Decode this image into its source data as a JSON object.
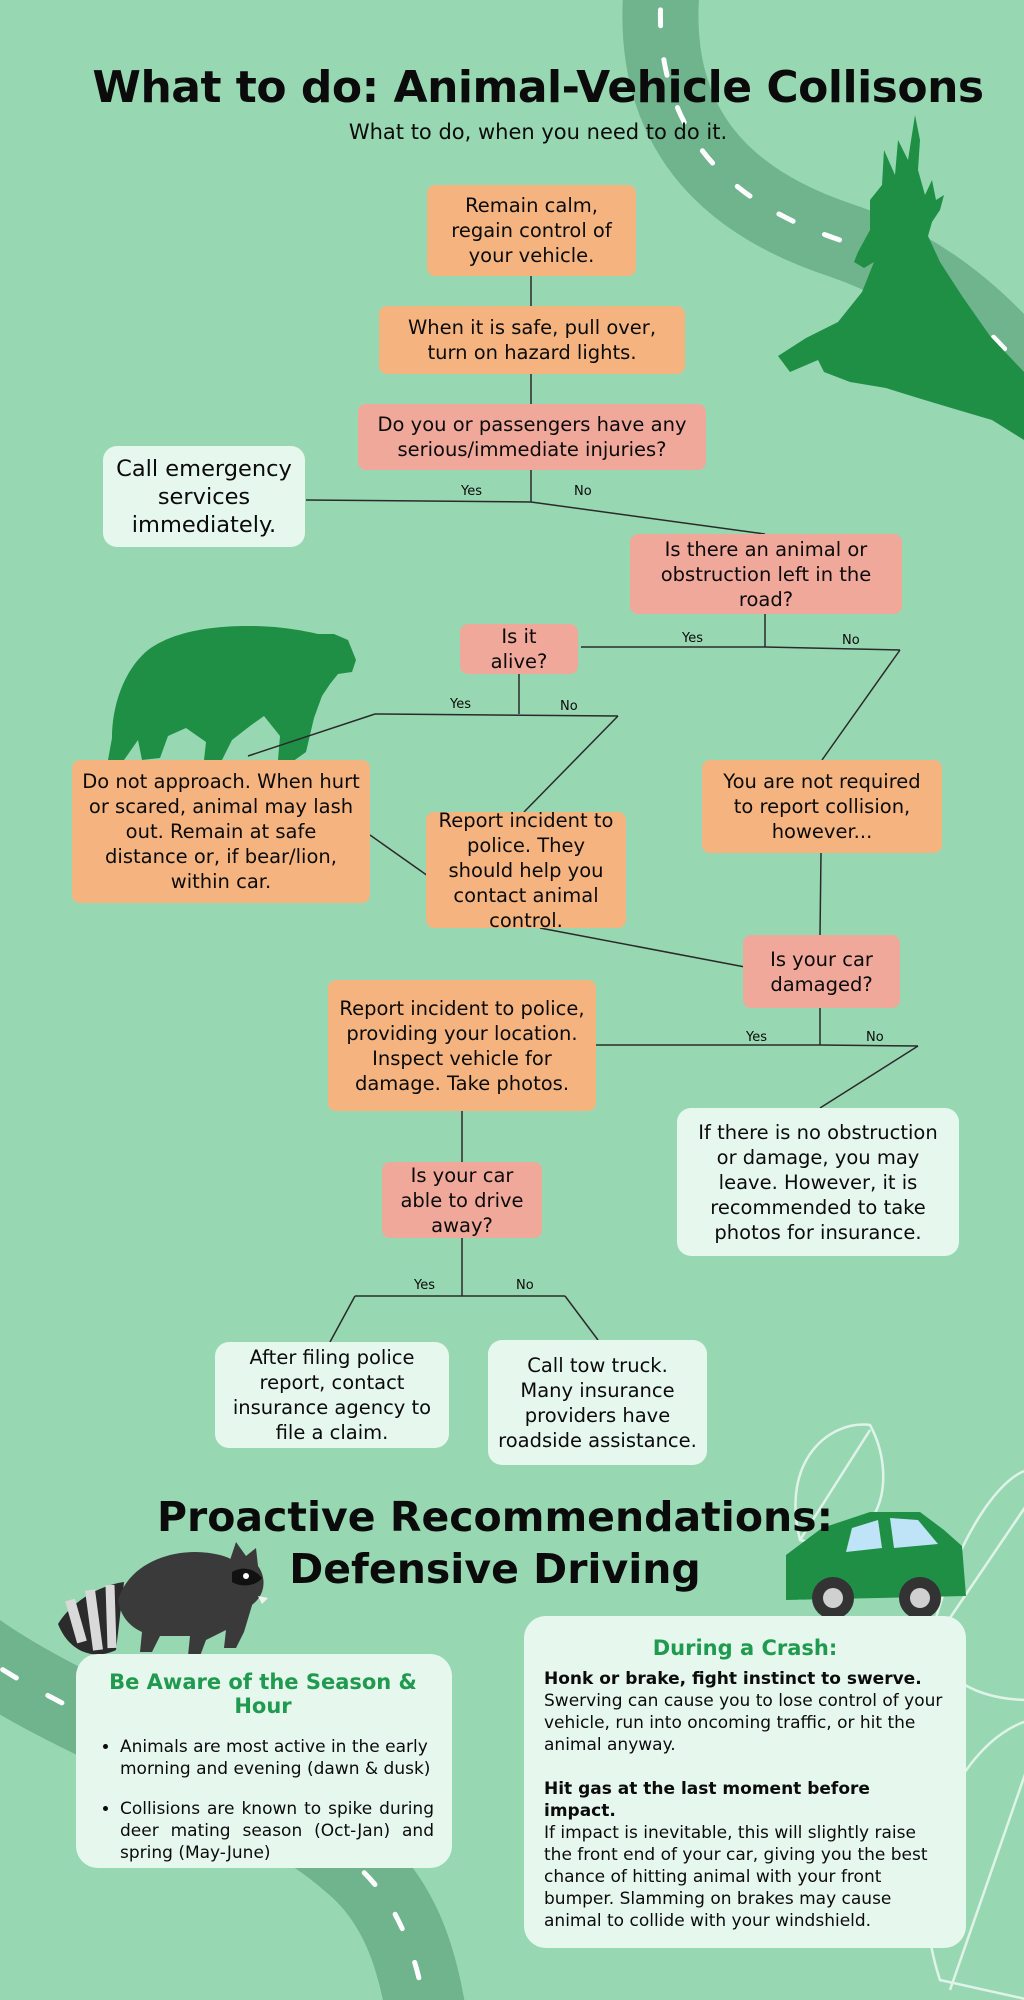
{
  "header": {
    "title": "What to do: Animal-Vehicle Collisons",
    "subtitle": "What to do, when you need to do it."
  },
  "flowchart": {
    "nodes": {
      "remain_calm": "Remain calm, regain control of your vehicle.",
      "pull_over": "When it is safe, pull over, turn on hazard lights.",
      "injuries_q": "Do you or passengers have any serious/immediate injuries?",
      "call_emergency": "Call emergency services immediately.",
      "obstruction_q": "Is there an animal or obstruction left in the road?",
      "alive_q": "Is it alive?",
      "do_not_approach": "Do not approach. When hurt or scared, animal may lash out. Remain at safe distance or, if bear/lion, within car.",
      "report_animal_control": "Report incident to police. They should help you contact animal control.",
      "not_required": "You are not required to report collision, however...",
      "car_damaged_q": "Is your car damaged?",
      "report_inspect": "Report incident to police, providing your location. Inspect vehicle for damage. Take photos.",
      "may_leave": "If there is no obstruction or damage, you may leave. However, it is recommended to take photos for insurance.",
      "drive_away_q": "Is your car able to drive away?",
      "contact_insurance": "After filing police report, contact insurance agency to file a claim.",
      "tow_truck": "Call tow truck. Many insurance providers have roadside assistance."
    },
    "labels": {
      "yes": "Yes",
      "no": "No"
    }
  },
  "proactive": {
    "heading_line1": "Proactive Recommendations:",
    "heading_line2": "Defensive Driving",
    "season_card": {
      "title": "Be Aware of the Season & Hour",
      "items": [
        "Animals are most active in the early morning and evening (dawn & dusk)",
        "Collisions are known to spike during deer mating season (Oct-Jan) and spring (May-June)"
      ]
    },
    "crash_card": {
      "title": "During a Crash:",
      "tip1_lead": "Honk or brake, fight instinct to swerve.",
      "tip1_body": "Swerving can cause you to lose control of your vehicle, run into oncoming traffic, or hit the animal anyway.",
      "tip2_lead": "Hit gas at the last moment before impact.",
      "tip2_body": "If impact is inevitable, this will slightly raise the front end of your car, giving you the best chance of hitting animal with your front bumper. Slamming on brakes may cause animal to collide with your windshield."
    }
  },
  "colors": {
    "background": "#97d8b2",
    "road": "#6fb48c",
    "silhouette": "#1e8f45",
    "step_box": "#f5b47f",
    "question_box": "#f0a89b",
    "outcome_box": "#e6f7ed",
    "card_title": "#1f9a4f"
  },
  "icons": [
    "deer-icon",
    "bear-icon",
    "raccoon-icon",
    "car-icon",
    "leaf-icon",
    "road-icon"
  ]
}
